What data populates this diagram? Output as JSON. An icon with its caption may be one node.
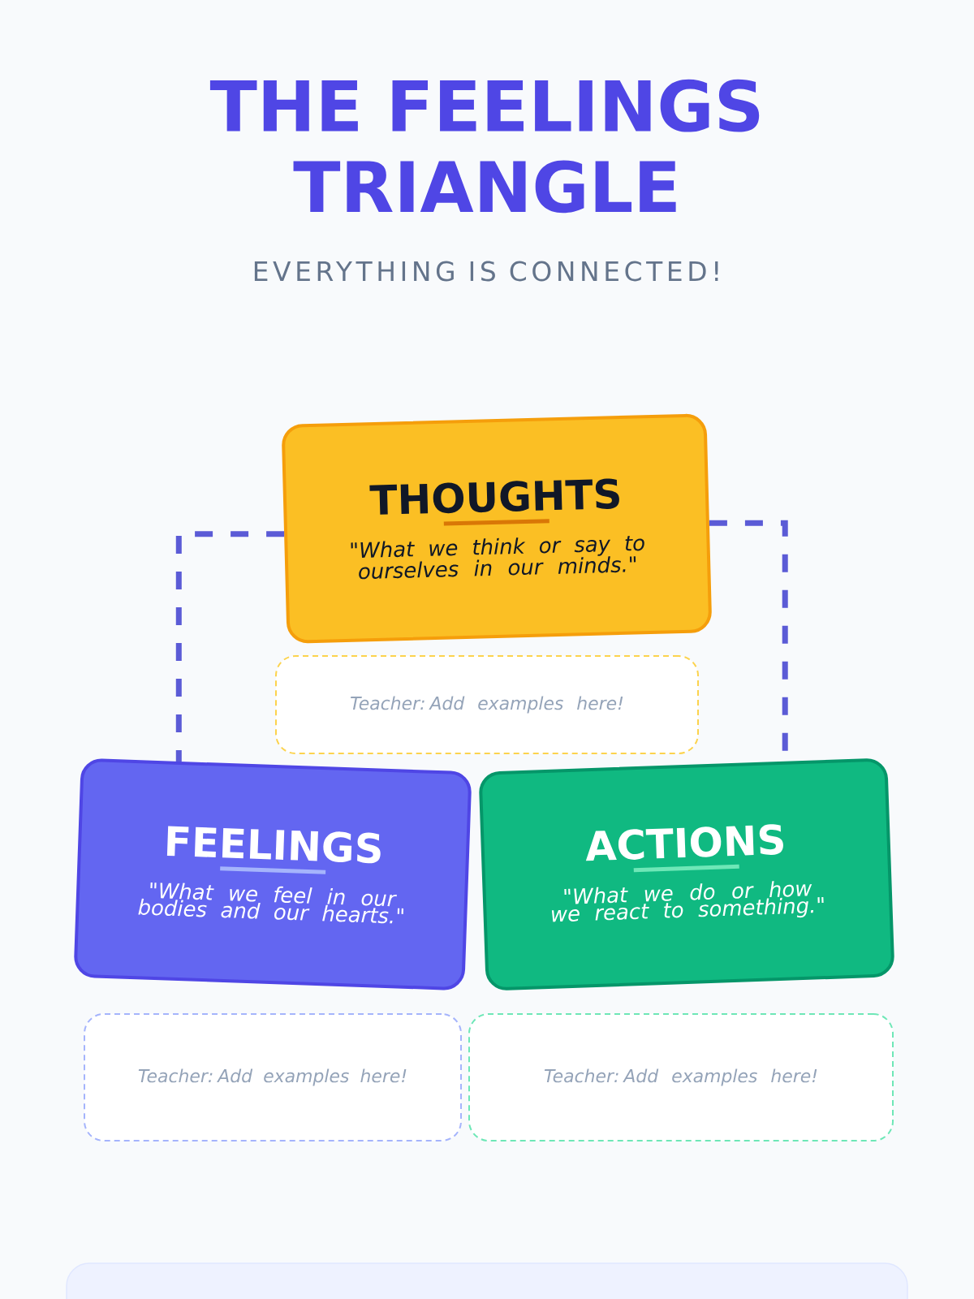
{
  "diagram": {
    "title": "THE FEELINGS TRIANGLE",
    "nodes": [
      {
        "text": [
          "THOUGHTS",
          "\"What we think or say to ourselves in our minds.\""
        ]
      },
      {
        "text": [
          "Teacher: Add examples here!"
        ]
      },
      {
        "text": [
          "FEELINGS",
          "\"What we feel in our bodies and our hearts.\""
        ]
      },
      {
        "text": [
          "ACTIONS",
          "\"What we do or how we react to something.\""
        ]
      },
      {
        "text": [
          "Teacher: Add examples here!"
        ]
      },
      {
        "text": [
          "Teacher: Add examples here!"
        ]
      }
    ],
    "edges": [
      {
        "from": 0,
        "to": 2,
        "arrow": "none",
        "style": "dashed"
      },
      {
        "from": 0,
        "to": 3,
        "arrow": "none",
        "style": "dashed"
      }
    ],
    "labels": [
      "EVERYTHING IS CONNECTED!"
    ]
  }
}
